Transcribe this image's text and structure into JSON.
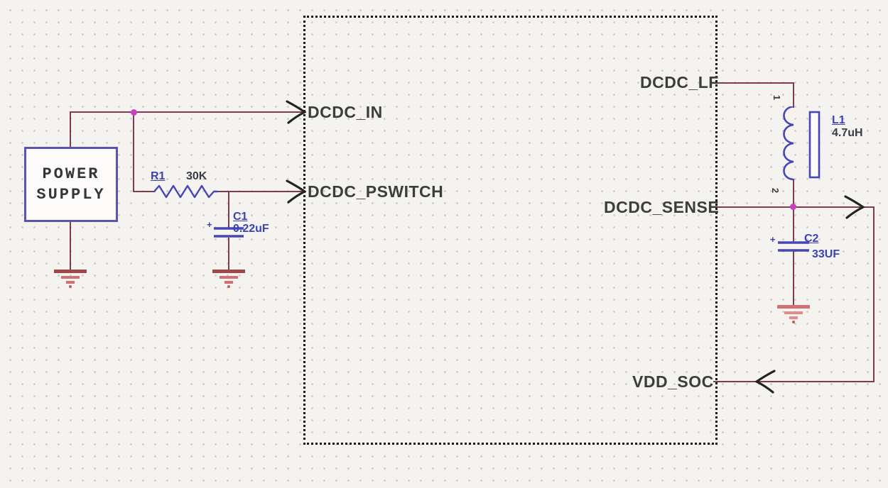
{
  "schematic": {
    "description": "DCDC converter schematic with external power supply, input RC network and LC output filter",
    "power_supply": {
      "line1": "POWER",
      "line2": "SUPPLY"
    },
    "ic_block": {
      "pins": {
        "dcdc_in": "DCDC_IN",
        "dcdc_pswitch": "DCDC_PSWITCH",
        "dcdc_lf": "DCDC_LF",
        "dcdc_sense": "DCDC_SENSE",
        "vdd_soc": "VDD_SOC"
      }
    },
    "components": {
      "r1": {
        "ref": "R1",
        "value": "30K"
      },
      "c1": {
        "ref": "C1",
        "value": "0.22uF",
        "polarity": "+"
      },
      "l1": {
        "ref": "L1",
        "value": "4.7uH",
        "pin_1": "1",
        "pin_2": "2"
      },
      "c2": {
        "ref": "C2",
        "value": "33UF",
        "polarity": "+"
      }
    },
    "colors": {
      "wire": "#7e3a50",
      "symbol_blue": "#4646b4",
      "ref_blue": "#3c44b4",
      "ground_dark_red": "#a04848",
      "ground_light_red": "#d07272",
      "junction_magenta": "#c93fc0",
      "net_text": "#3d3d3d",
      "ps_border": "#5a55b2",
      "ic_border_dotted": "#161616"
    }
  }
}
